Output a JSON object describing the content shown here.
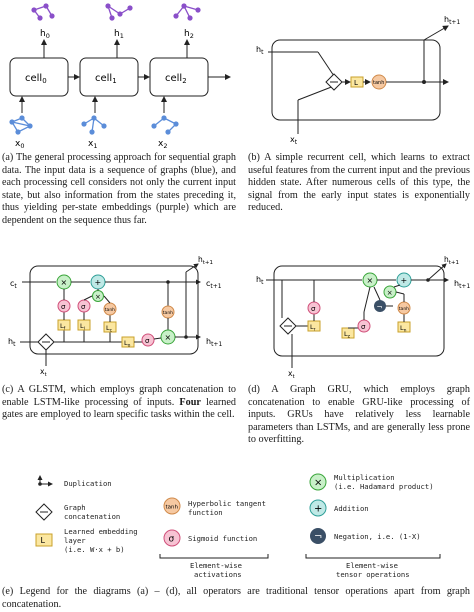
{
  "panel_a": {
    "cells": [
      "cell",
      "cell",
      "cell"
    ],
    "cell_subs": [
      "0",
      "1",
      "2"
    ],
    "outputs": [
      "h",
      "h",
      "h"
    ],
    "output_subs": [
      "0",
      "1",
      "2"
    ],
    "inputs": [
      "x",
      "x",
      "x"
    ],
    "input_subs": [
      "0",
      "1",
      "2"
    ],
    "caption_label": "(a)",
    "caption": "The general processing approach for sequential graph data. The input data is a sequence of graphs (blue), and each processing cell considers not only the current input state, but also information from the states preceding it, thus yielding per-state embeddings (purple) which are dependent on the sequence thus far."
  },
  "panel_b": {
    "h_in": "h",
    "h_in_sub": "t",
    "h_out": "h",
    "h_out_sub": "t+1",
    "x_in": "x",
    "x_in_sub": "t",
    "embed": "L",
    "tanh": "tanh",
    "caption_label": "(b)",
    "caption": "A simple recurrent cell, which learns to extract useful features from the current input and the previous hidden state. After numerous cells of this type, the signal from the early input states is exponentially reduced."
  },
  "panel_c": {
    "c_in": "c",
    "c_in_sub": "t",
    "c_out": "c",
    "c_out_sub": "t+1",
    "h_in": "h",
    "h_in_sub": "t",
    "h_out": "h",
    "h_out_sub": "t+1",
    "h_out2": "h",
    "h_out2_sub": "t+1",
    "x_in": "x",
    "x_in_sub": "t",
    "embeds": [
      "L",
      "L",
      "L",
      "L"
    ],
    "embed_subs": [
      "f",
      "i",
      "c",
      "o"
    ],
    "sigma": "σ",
    "tanh": "tanh",
    "times": "×",
    "plus": "+",
    "caption_label": "(c)",
    "caption_pre": "A GLSTM, which employs graph concatenation to enable LSTM-like processing of inputs. ",
    "caption_bold": "Four",
    "caption_post": " learned gates are employed to learn specific tasks within the cell."
  },
  "panel_d": {
    "h_in": "h",
    "h_in_sub": "t",
    "h_out": "h",
    "h_out_sub": "t+1",
    "h_out2": "h",
    "h_out2_sub": "t+1",
    "x_in": "x",
    "x_in_sub": "t",
    "embeds": [
      "L",
      "L",
      "L"
    ],
    "embed_subs": [
      "r",
      "z",
      "n"
    ],
    "sigma": "σ",
    "tanh": "tanh",
    "times": "×",
    "plus": "+",
    "neg": "¬",
    "caption_label": "(d)",
    "caption": "A Graph GRU, which employs graph concatenation to enable GRU-like processing of inputs. GRUs have relatively less learnable parameters than LSTMs, and are generally less prone to overfitting."
  },
  "legend": {
    "duplication": "Duplication",
    "graph_concat_1": "Graph",
    "graph_concat_2": "concatenation",
    "embed_symbol": "L",
    "embed_1": "Learned embedding",
    "embed_2": "layer",
    "embed_3": "(i.e. W·x + b)",
    "tanh_symbol": "tanh",
    "tanh_1": "Hyperbolic tangent",
    "tanh_2": "function",
    "sigmoid_symbol": "σ",
    "sigmoid": "Sigmoid function",
    "elementwise_act_1": "Element-wise",
    "elementwise_act_2": "activations",
    "mult_symbol": "×",
    "mult_1": "Multiplication",
    "mult_2": "(i.e. Hadamard product)",
    "add_symbol": "+",
    "add": "Addition",
    "neg_symbol": "¬",
    "neg": "Negation, i.e. (1-X)",
    "elementwise_tensor_1": "Element-wise",
    "elementwise_tensor_2": "tensor operations",
    "caption_label": "(e)",
    "caption": "Legend for the diagrams (a) – (d), all operators are traditional tensor operations apart from graph concatenation."
  },
  "colors": {
    "blue_graph": "#5b8dd9",
    "purple_graph": "#8a4fc9",
    "tanh_fill": "#f6c9a2",
    "tanh_stroke": "#d08a4a",
    "sigma_fill": "#f7c3d3",
    "sigma_stroke": "#d0507a",
    "mult_fill": "#c8f0c8",
    "mult_stroke": "#3aa53a",
    "add_fill": "#bfe9e6",
    "add_stroke": "#2f9f98",
    "neg_fill": "#3a4f66",
    "embed_fill": "#fbe7a1",
    "embed_stroke": "#c9a12b"
  }
}
